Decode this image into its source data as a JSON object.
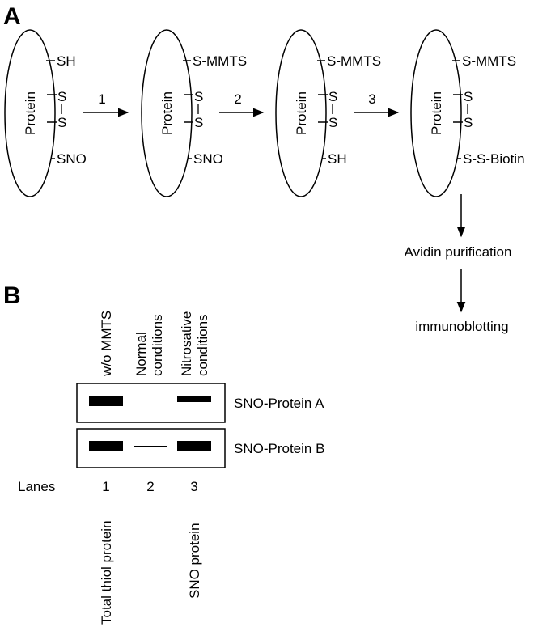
{
  "panel_a": {
    "letter": "A",
    "protein_label": "Protein",
    "states": [
      {
        "top": "SH",
        "ss_top": "S",
        "ss_bottom": "S",
        "bottom": "SNO"
      },
      {
        "top": "S-MMTS",
        "ss_top": "S",
        "ss_bottom": "S",
        "bottom": "SNO"
      },
      {
        "top": "S-MMTS",
        "ss_top": "S",
        "ss_bottom": "S",
        "bottom": "SH"
      },
      {
        "top": "S-MMTS",
        "ss_top": "S",
        "ss_bottom": "S",
        "bottom": "S-S-Biotin"
      }
    ],
    "steps": [
      "1",
      "2",
      "3"
    ],
    "avidin_label": "Avidin purification",
    "immunoblot_label": "immunoblotting"
  },
  "panel_b": {
    "letter": "B",
    "column_headers": [
      {
        "line1": "w/o MMTS",
        "line2": ""
      },
      {
        "line1": "Normal",
        "line2": "conditions"
      },
      {
        "line1": "Nitrosative",
        "line2": "conditions"
      }
    ],
    "rows": [
      {
        "label": "SNO-Protein A",
        "band_strength": [
          1.0,
          0.0,
          0.6
        ]
      },
      {
        "label": "SNO-Protein B",
        "band_strength": [
          1.0,
          0.1,
          0.9
        ]
      }
    ],
    "lanes_label": "Lanes",
    "lane_numbers": [
      "1",
      "2",
      "3"
    ],
    "bottom_labels": [
      "Total thiol protein",
      "",
      "SNO protein"
    ]
  },
  "colors": {
    "ink": "#000000",
    "paper": "#ffffff"
  }
}
